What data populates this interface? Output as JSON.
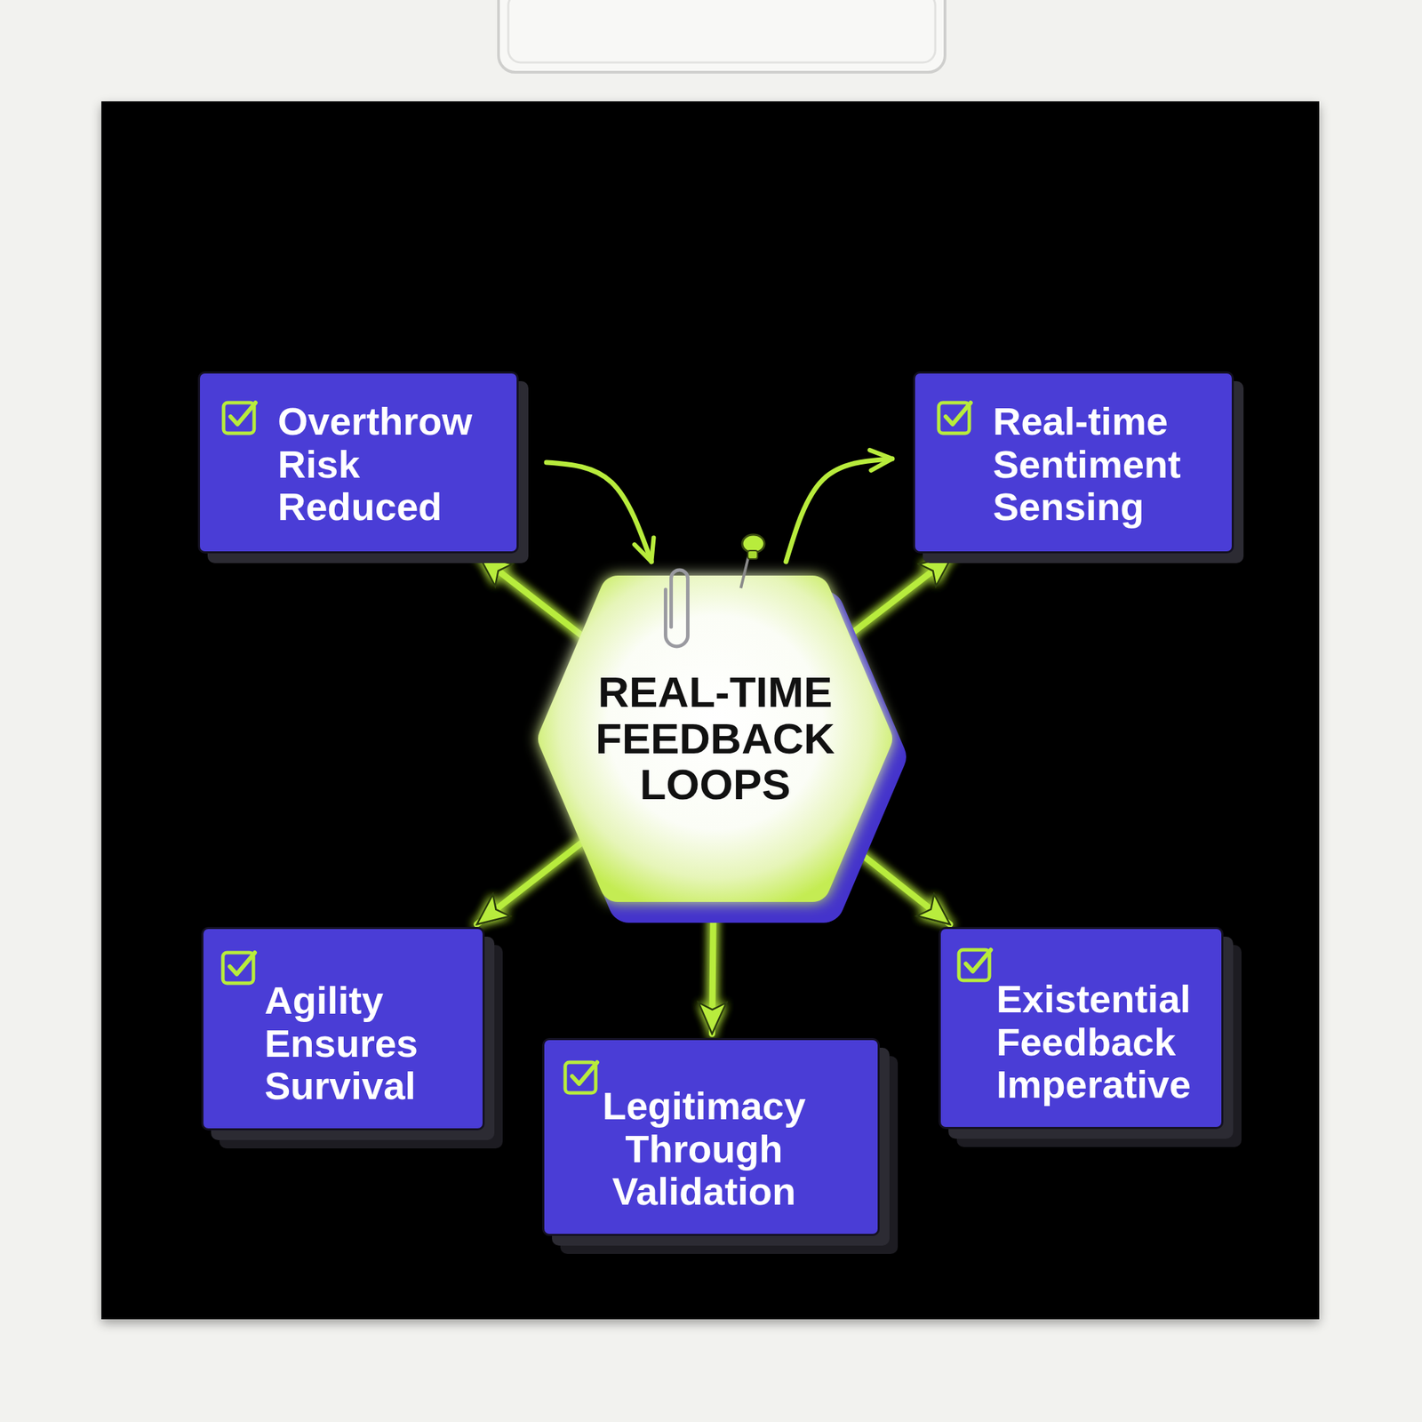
{
  "diagram": {
    "nodes": [
      {
        "text": [
          "Overthrow Risk Reduced"
        ]
      },
      {
        "text": [
          "Real-time Sentiment Sensing"
        ]
      },
      {
        "text": [
          "REAL-TIME FEEDBACK LOOPS"
        ]
      },
      {
        "text": [
          "Agility Ensures Survival"
        ]
      },
      {
        "text": [
          "Legitimacy Through Validation"
        ]
      },
      {
        "text": [
          "Existential Feedback Imperative"
        ]
      }
    ],
    "edges": [
      {
        "from": 2,
        "to": 0,
        "arrow": "to"
      },
      {
        "from": 2,
        "to": 1,
        "arrow": "to"
      },
      {
        "from": 2,
        "to": 3,
        "arrow": "to"
      },
      {
        "from": 2,
        "to": 4,
        "arrow": "to"
      },
      {
        "from": 2,
        "to": 5,
        "arrow": "to"
      },
      {
        "from": 0,
        "to": 2,
        "arrow": "to"
      },
      {
        "from": 2,
        "to": 1,
        "arrow": "to"
      }
    ]
  }
}
